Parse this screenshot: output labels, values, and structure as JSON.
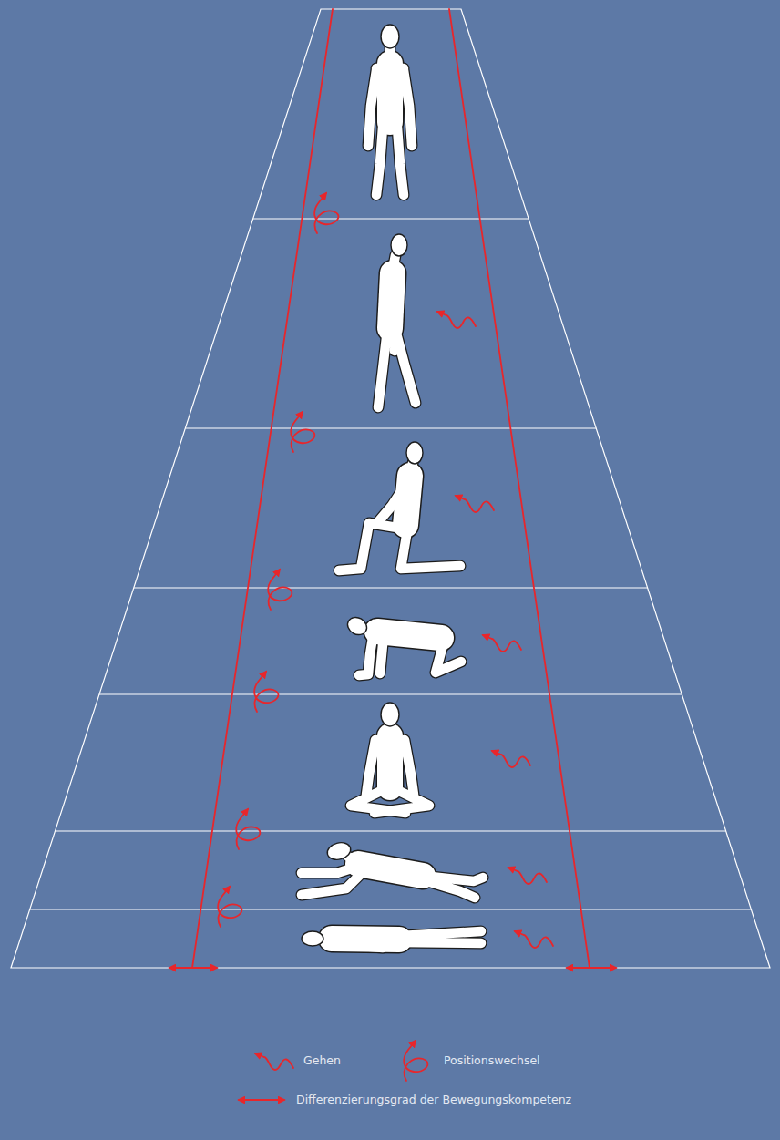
{
  "diagram": {
    "legend": [
      {
        "text": "Gehen"
      },
      {
        "text": "Positionswechsel"
      },
      {
        "text": "Differenzierungsgrad der Bewegungskompetenz"
      }
    ]
  }
}
